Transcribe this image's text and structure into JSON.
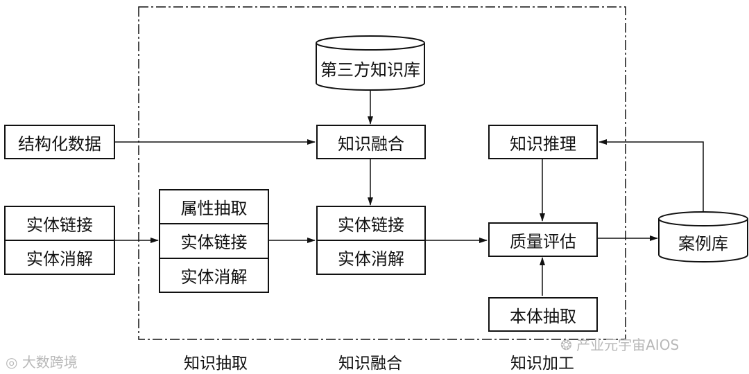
{
  "boxes": {
    "third_party_kb": "第三方知识库",
    "structured_data": "结构化数据",
    "knowledge_fusion": "知识融合",
    "knowledge_reasoning": "知识推理",
    "left_entity_linking": "实体链接",
    "left_entity_resolution": "实体消解",
    "attribute_extraction": "属性抽取",
    "mid_entity_linking": "实体链接",
    "mid_entity_resolution": "实体消解",
    "fusion_entity_linking": "实体链接",
    "fusion_entity_resolution": "实体消解",
    "quality_assessment": "质量评估",
    "case_library": "案例库",
    "ontology_extraction": "本体抽取"
  },
  "stages": {
    "extraction": "知识抽取",
    "fusion": "知识融合",
    "processing": "知识加工"
  },
  "watermarks": {
    "left": "大数跨境",
    "right": "产业元宇宙AIOS"
  }
}
